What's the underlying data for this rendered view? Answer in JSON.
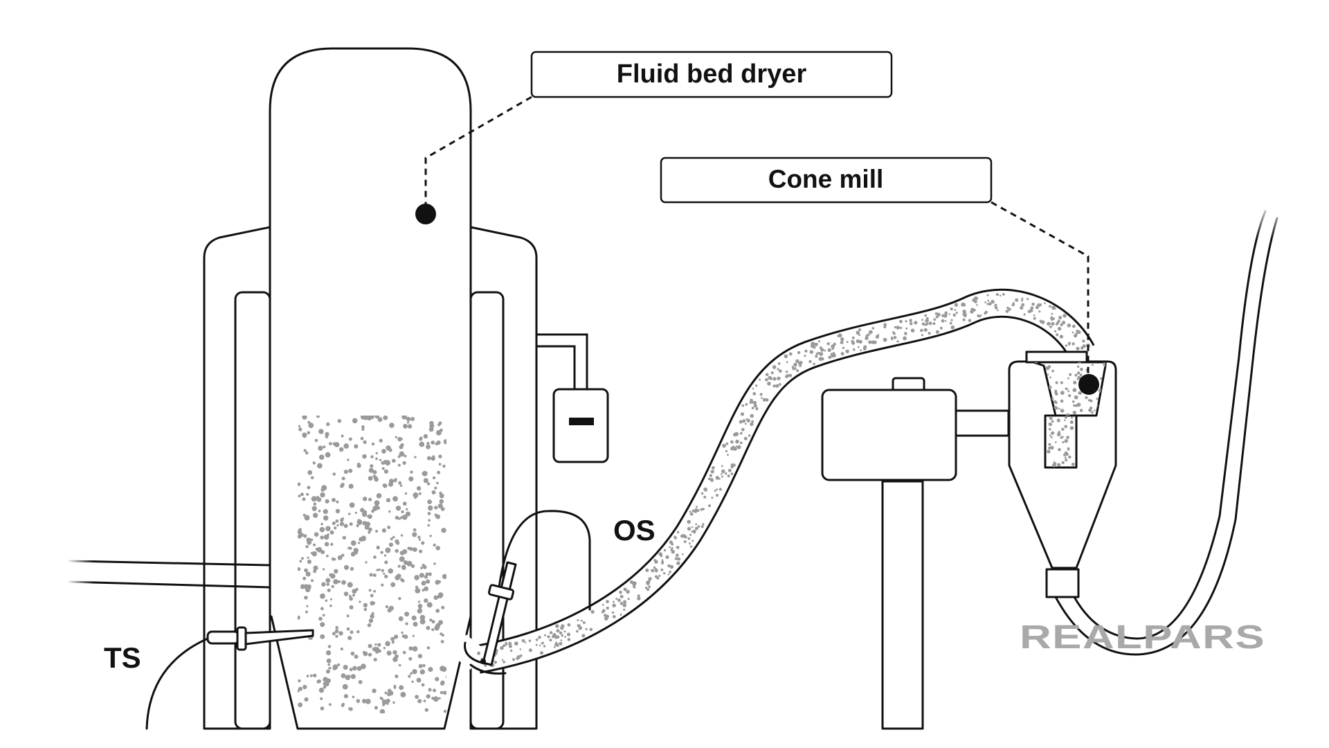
{
  "labels": {
    "fluid_bed_dryer": "Fluid bed dryer",
    "cone_mill": "Cone mill",
    "ts": "TS",
    "os": "OS",
    "logo": "REALPARS"
  },
  "colors": {
    "line": "#111111",
    "particles": "#9a9a9a",
    "logo": "#a9a9a9",
    "background": "#ffffff"
  }
}
